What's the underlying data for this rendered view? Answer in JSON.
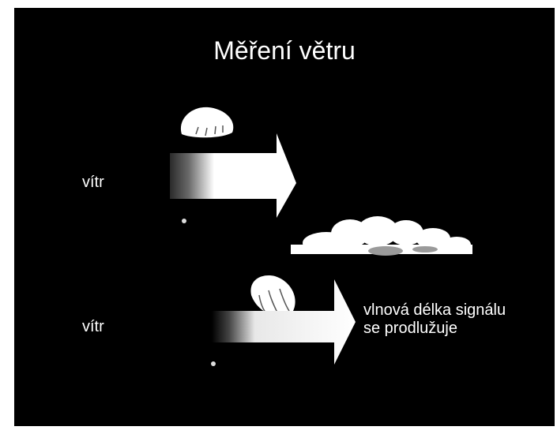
{
  "slide": {
    "title": "Měření větru",
    "rows": [
      {
        "label": "vítr"
      },
      {
        "label": "vítr",
        "note_line1": "vlnová délka signálu",
        "note_line2": "se prodlužuje"
      }
    ]
  },
  "colors": {
    "background": "#000000",
    "text": "#ffffff"
  },
  "icons": [
    "balloon-icon",
    "wind-arrow-icon",
    "cloud-icon"
  ]
}
